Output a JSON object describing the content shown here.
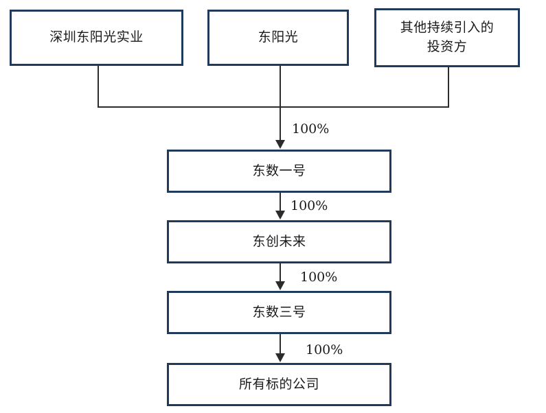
{
  "diagram": {
    "type": "org-ownership-chart",
    "colors": {
      "box_border": "#203a5c",
      "line": "#2b2b2b",
      "text": "#1a1a1a",
      "background": "#ffffff"
    },
    "top_nodes": [
      {
        "id": "shenzhen-dongyangguang-shiye",
        "label": "深圳东阳光实业"
      },
      {
        "id": "dongyangguang",
        "label": "东阳光"
      },
      {
        "id": "other-investors",
        "label": "其他持续引入的\n投资方"
      }
    ],
    "chain_nodes": [
      {
        "id": "dongshu-yihao",
        "label": "东数一号"
      },
      {
        "id": "dongchuang-weilai",
        "label": "东创未来"
      },
      {
        "id": "dongshu-sanhao",
        "label": "东数三号"
      },
      {
        "id": "all-target-companies",
        "label": "所有标的公司"
      }
    ],
    "edge_labels": [
      {
        "id": "edge-top-to-dongshu-yihao",
        "label": "100%"
      },
      {
        "id": "edge-dongshu-yihao-to-dongchuang-weilai",
        "label": "100%"
      },
      {
        "id": "edge-dongchuang-weilai-to-dongshu-sanhao",
        "label": "100%"
      },
      {
        "id": "edge-dongshu-sanhao-to-all-target-companies",
        "label": "100%"
      }
    ]
  }
}
